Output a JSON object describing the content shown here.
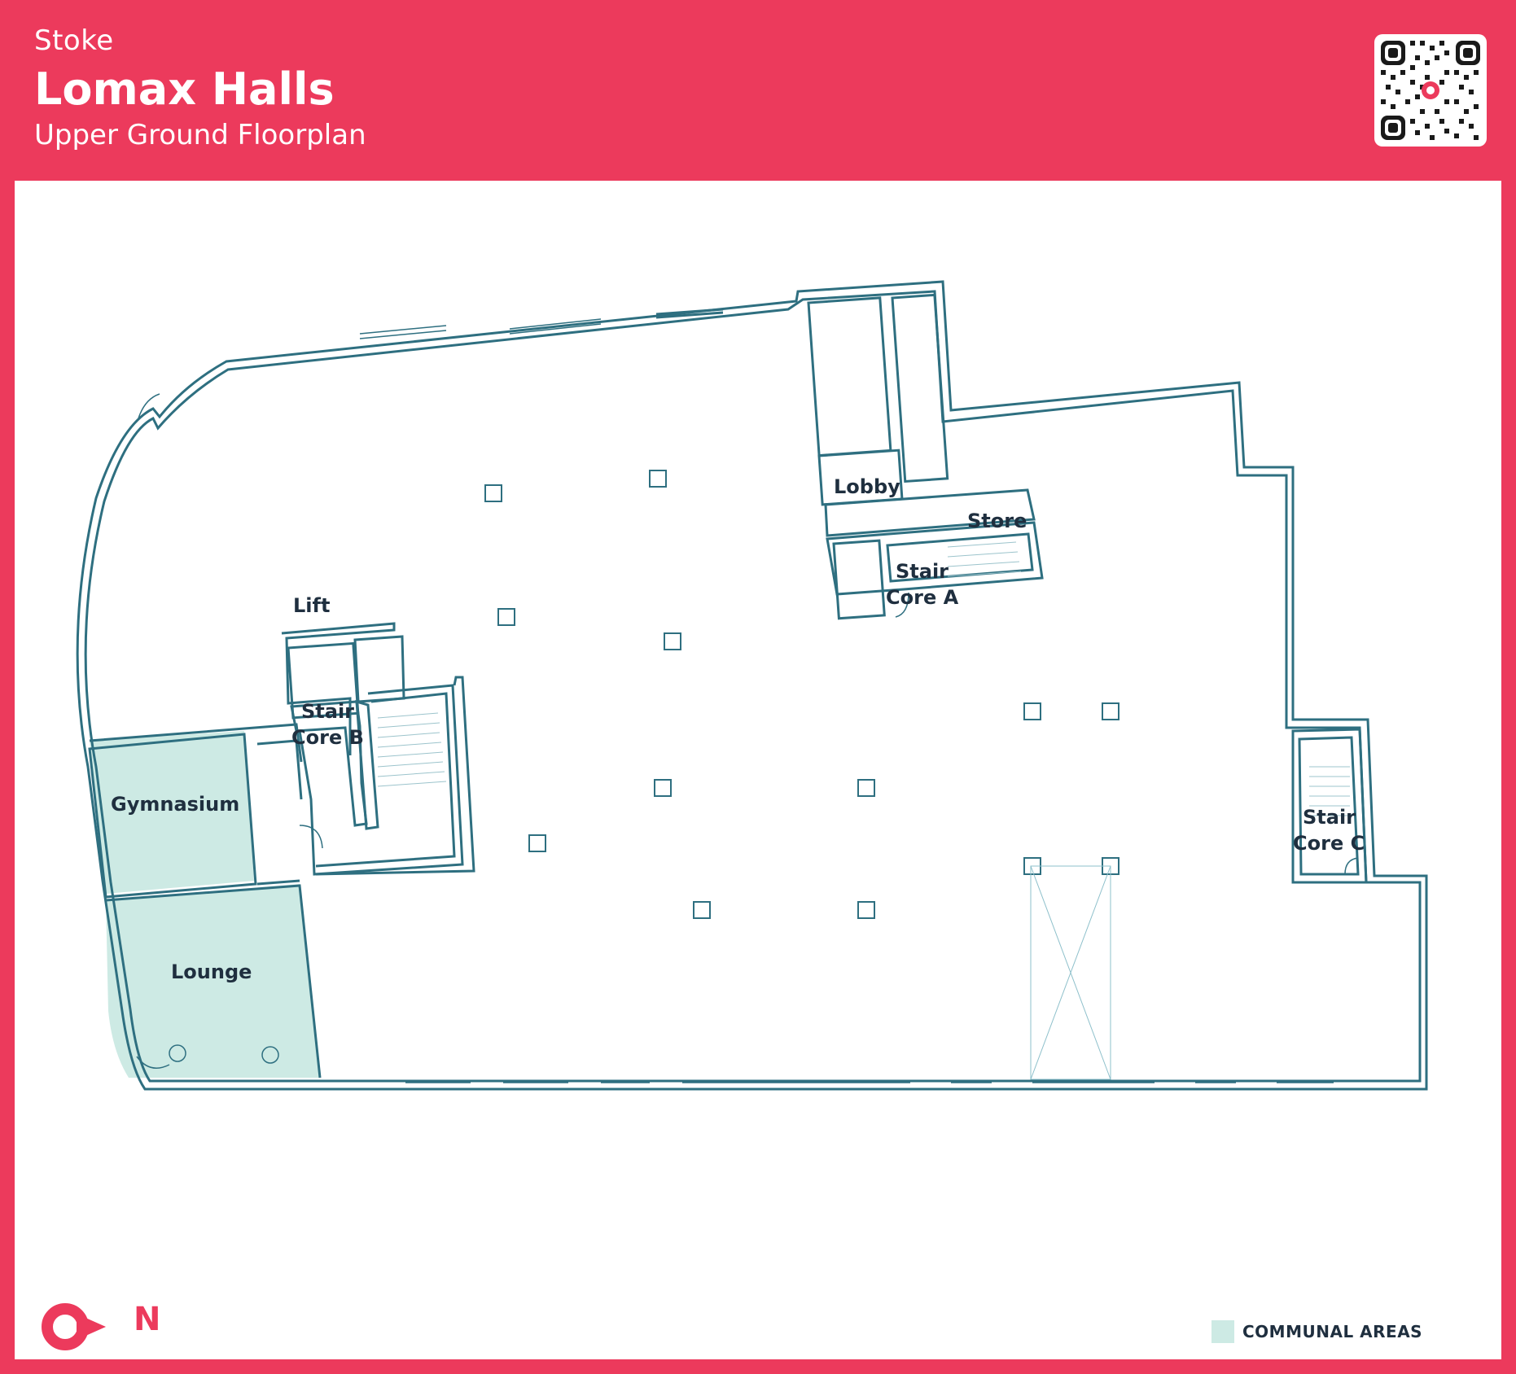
{
  "header": {
    "city": "Stoke",
    "building": "Lomax Halls",
    "floor": "Upper Ground Floorplan"
  },
  "rooms": {
    "lobby": "Lobby",
    "store": "Store",
    "lift": "Lift",
    "stair_a_line1": "Stair",
    "stair_a_line2": "Core A",
    "stair_b_line1": "Stair",
    "stair_b_line2": "Core B",
    "stair_c_line1": "Stair",
    "stair_c_line2": "Core C",
    "gymnasium": "Gymnasium",
    "lounge": "Lounge"
  },
  "legend": {
    "communal_label": "COMMUNAL AREAS",
    "communal_color": "#cdeae4"
  },
  "compass": {
    "label": "N"
  },
  "colors": {
    "brand": "#ec3a5c",
    "wall": "#2e6f80",
    "communal": "#cdeae4"
  },
  "icons": {
    "qr": "qr-code-icon",
    "compass": "north-arrow-icon"
  }
}
